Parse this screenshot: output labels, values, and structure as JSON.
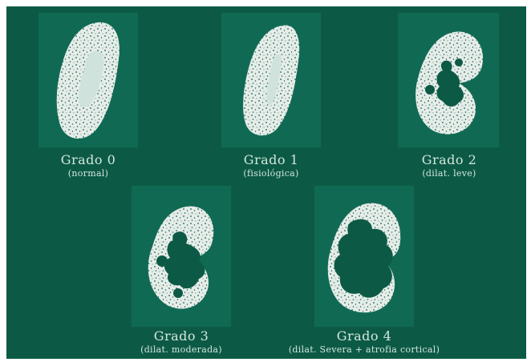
{
  "colors": {
    "background": "#0c5a45",
    "panel": "#106a53",
    "parenchyma": "#e6ece8",
    "speckle": "#0e6450",
    "sinus": "#cfe3dc",
    "caption": "#d4e6df"
  },
  "grades": [
    {
      "title": "Grado 0",
      "subtitle": "(normal)"
    },
    {
      "title": "Grado 1",
      "subtitle": "(fisiológica)"
    },
    {
      "title": "Grado 2",
      "subtitle": "(dilat. leve)"
    },
    {
      "title": "Grado 3",
      "subtitle": "(dilat. moderada)"
    },
    {
      "title": "Grado 4",
      "subtitle": "(dilat. Severa + atrofia cortical)"
    }
  ]
}
